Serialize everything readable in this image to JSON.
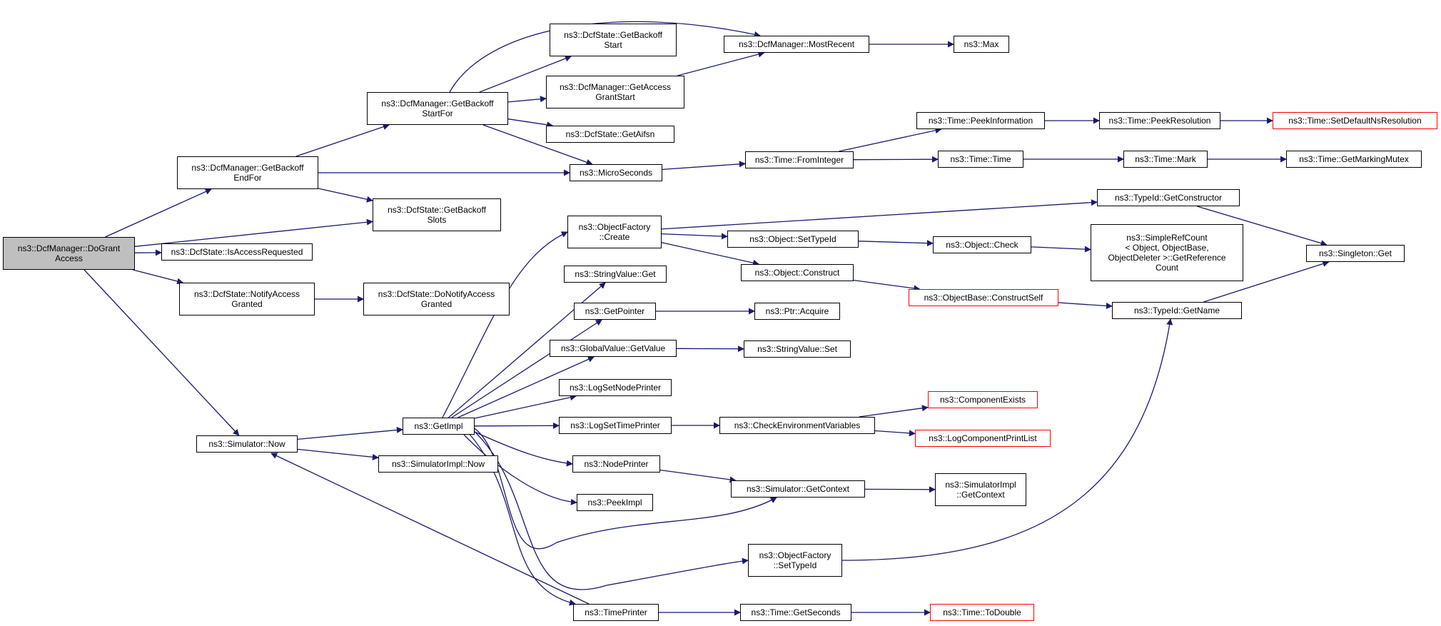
{
  "colors": {
    "edge": "#191970",
    "root_fill": "#bfbfbf",
    "truncated_border": "#ff0000"
  },
  "nodes": [
    {
      "id": "n0",
      "lines": [
        "ns3::DcfManager::DoGrant",
        "Access"
      ],
      "kind": "root"
    },
    {
      "id": "n1",
      "lines": [
        "ns3::DcfManager::GetBackoff",
        "EndFor"
      ]
    },
    {
      "id": "n2",
      "lines": [
        "ns3::DcfManager::GetBackoff",
        "StartFor"
      ]
    },
    {
      "id": "n3",
      "lines": [
        "ns3::DcfState::GetBackoff",
        "Start"
      ]
    },
    {
      "id": "n4",
      "lines": [
        "ns3::DcfManager::MostRecent"
      ]
    },
    {
      "id": "n5",
      "lines": [
        "ns3::Max"
      ]
    },
    {
      "id": "n6",
      "lines": [
        "ns3::DcfManager::GetAccess",
        "GrantStart"
      ]
    },
    {
      "id": "n7",
      "lines": [
        "ns3::DcfState::GetAifsn"
      ]
    },
    {
      "id": "n8",
      "lines": [
        "ns3::MicroSeconds"
      ]
    },
    {
      "id": "n9",
      "lines": [
        "ns3::Time::FromInteger"
      ]
    },
    {
      "id": "n10",
      "lines": [
        "ns3::Time::PeekInformation"
      ]
    },
    {
      "id": "n11",
      "lines": [
        "ns3::Time::PeekResolution"
      ]
    },
    {
      "id": "n12",
      "lines": [
        "ns3::Time::SetDefaultNsResolution"
      ],
      "kind": "truncated"
    },
    {
      "id": "n13",
      "lines": [
        "ns3::Time::Time"
      ]
    },
    {
      "id": "n14",
      "lines": [
        "ns3::Time::Mark"
      ]
    },
    {
      "id": "n15",
      "lines": [
        "ns3::Time::GetMarkingMutex"
      ]
    },
    {
      "id": "n16",
      "lines": [
        "ns3::DcfState::GetBackoff",
        "Slots"
      ]
    },
    {
      "id": "n17",
      "lines": [
        "ns3::DcfState::IsAccessRequested"
      ]
    },
    {
      "id": "n18",
      "lines": [
        "ns3::DcfState::NotifyAccess",
        "Granted"
      ]
    },
    {
      "id": "n19",
      "lines": [
        "ns3::DcfState::DoNotifyAccess",
        "Granted"
      ]
    },
    {
      "id": "n20",
      "lines": [
        "ns3::Simulator::Now"
      ]
    },
    {
      "id": "n21",
      "lines": [
        "ns3::GetImpl"
      ]
    },
    {
      "id": "n22",
      "lines": [
        "ns3::SimulatorImpl::Now"
      ]
    },
    {
      "id": "n23",
      "lines": [
        "ns3::ObjectFactory",
        "::Create"
      ]
    },
    {
      "id": "n24",
      "lines": [
        "ns3::TypeId::GetConstructor"
      ]
    },
    {
      "id": "n25",
      "lines": [
        "ns3::Singleton::Get"
      ]
    },
    {
      "id": "n26",
      "lines": [
        "ns3::Object::SetTypeId"
      ]
    },
    {
      "id": "n27",
      "lines": [
        "ns3::Object::Check"
      ]
    },
    {
      "id": "n28",
      "lines": [
        "ns3::SimpleRefCount",
        "< Object, ObjectBase,",
        "ObjectDeleter >::GetReference",
        "Count"
      ]
    },
    {
      "id": "n29",
      "lines": [
        "ns3::Object::Construct"
      ]
    },
    {
      "id": "n30",
      "lines": [
        "ns3::ObjectBase::ConstructSelf"
      ],
      "kind": "truncated"
    },
    {
      "id": "n31",
      "lines": [
        "ns3::TypeId::GetName"
      ]
    },
    {
      "id": "n32",
      "lines": [
        "ns3::StringValue::Get"
      ]
    },
    {
      "id": "n33",
      "lines": [
        "ns3::GetPointer"
      ]
    },
    {
      "id": "n34",
      "lines": [
        "ns3::Ptr::Acquire"
      ]
    },
    {
      "id": "n35",
      "lines": [
        "ns3::GlobalValue::GetValue"
      ]
    },
    {
      "id": "n36",
      "lines": [
        "ns3::StringValue::Set"
      ]
    },
    {
      "id": "n37",
      "lines": [
        "ns3::LogSetNodePrinter"
      ]
    },
    {
      "id": "n38",
      "lines": [
        "ns3::LogSetTimePrinter"
      ]
    },
    {
      "id": "n39",
      "lines": [
        "ns3::CheckEnvironmentVariables"
      ]
    },
    {
      "id": "n40",
      "lines": [
        "ns3::ComponentExists"
      ],
      "kind": "truncated"
    },
    {
      "id": "n41",
      "lines": [
        "ns3::LogComponentPrintList"
      ],
      "kind": "truncated"
    },
    {
      "id": "n42",
      "lines": [
        "ns3::NodePrinter"
      ]
    },
    {
      "id": "n43",
      "lines": [
        "ns3::Simulator::GetContext"
      ]
    },
    {
      "id": "n44",
      "lines": [
        "ns3::SimulatorImpl",
        "::GetContext"
      ]
    },
    {
      "id": "n45",
      "lines": [
        "ns3::PeekImpl"
      ]
    },
    {
      "id": "n46",
      "lines": [
        "ns3::ObjectFactory",
        "::SetTypeId"
      ]
    },
    {
      "id": "n47",
      "lines": [
        "ns3::TimePrinter"
      ]
    },
    {
      "id": "n48",
      "lines": [
        "ns3::Time::GetSeconds"
      ]
    },
    {
      "id": "n49",
      "lines": [
        "ns3::Time::ToDouble"
      ],
      "kind": "truncated"
    }
  ],
  "edges": [
    [
      "n0",
      "n1"
    ],
    [
      "n0",
      "n16"
    ],
    [
      "n0",
      "n17"
    ],
    [
      "n0",
      "n18"
    ],
    [
      "n0",
      "n20"
    ],
    [
      "n1",
      "n2"
    ],
    [
      "n1",
      "n8"
    ],
    [
      "n1",
      "n16"
    ],
    [
      "n2",
      "n3"
    ],
    [
      "n2",
      "n4"
    ],
    [
      "n2",
      "n6"
    ],
    [
      "n2",
      "n7"
    ],
    [
      "n2",
      "n8"
    ],
    [
      "n4",
      "n5"
    ],
    [
      "n6",
      "n4"
    ],
    [
      "n8",
      "n9"
    ],
    [
      "n9",
      "n10"
    ],
    [
      "n9",
      "n13"
    ],
    [
      "n10",
      "n11"
    ],
    [
      "n11",
      "n12"
    ],
    [
      "n13",
      "n14"
    ],
    [
      "n14",
      "n15"
    ],
    [
      "n18",
      "n19"
    ],
    [
      "n20",
      "n21"
    ],
    [
      "n20",
      "n22"
    ],
    [
      "n21",
      "n23"
    ],
    [
      "n21",
      "n32"
    ],
    [
      "n21",
      "n33"
    ],
    [
      "n21",
      "n35"
    ],
    [
      "n21",
      "n37"
    ],
    [
      "n21",
      "n38"
    ],
    [
      "n21",
      "n42"
    ],
    [
      "n21",
      "n45"
    ],
    [
      "n21",
      "n43"
    ],
    [
      "n21",
      "n46"
    ],
    [
      "n21",
      "n47"
    ],
    [
      "n23",
      "n24"
    ],
    [
      "n23",
      "n26"
    ],
    [
      "n23",
      "n29"
    ],
    [
      "n24",
      "n25"
    ],
    [
      "n26",
      "n27"
    ],
    [
      "n27",
      "n28"
    ],
    [
      "n29",
      "n30"
    ],
    [
      "n30",
      "n31"
    ],
    [
      "n31",
      "n25"
    ],
    [
      "n33",
      "n34"
    ],
    [
      "n35",
      "n36"
    ],
    [
      "n38",
      "n39"
    ],
    [
      "n39",
      "n40"
    ],
    [
      "n39",
      "n41"
    ],
    [
      "n42",
      "n43"
    ],
    [
      "n43",
      "n44"
    ],
    [
      "n46",
      "n31"
    ],
    [
      "n47",
      "n20"
    ],
    [
      "n47",
      "n48"
    ],
    [
      "n48",
      "n49"
    ]
  ]
}
